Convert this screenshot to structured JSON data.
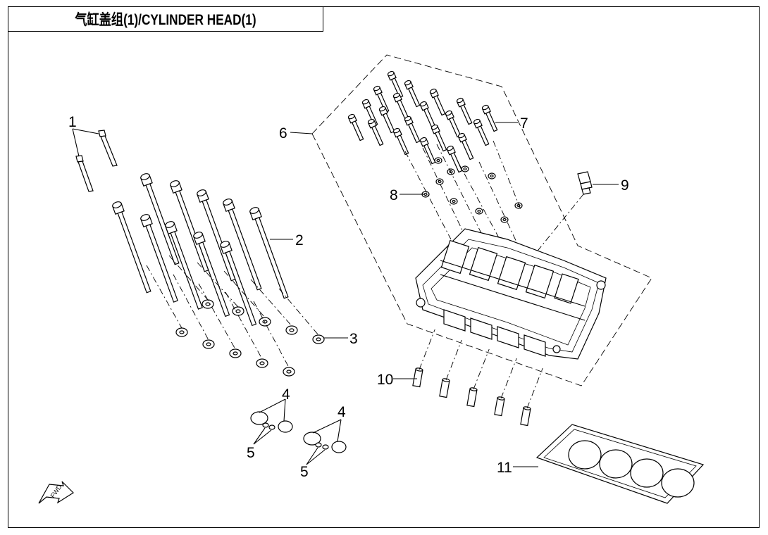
{
  "title": "气缸盖组(1)/CYLINDER HEAD(1)",
  "fwd_label": "FWD",
  "callouts": [
    {
      "id": "1",
      "text": "1"
    },
    {
      "id": "2",
      "text": "2"
    },
    {
      "id": "3",
      "text": "3"
    },
    {
      "id": "4a",
      "text": "4"
    },
    {
      "id": "4b",
      "text": "4"
    },
    {
      "id": "5a",
      "text": "5"
    },
    {
      "id": "5b",
      "text": "5"
    },
    {
      "id": "6",
      "text": "6"
    },
    {
      "id": "7",
      "text": "7"
    },
    {
      "id": "8",
      "text": "8"
    },
    {
      "id": "9",
      "text": "9"
    },
    {
      "id": "10",
      "text": "10"
    },
    {
      "id": "11",
      "text": "11"
    }
  ]
}
